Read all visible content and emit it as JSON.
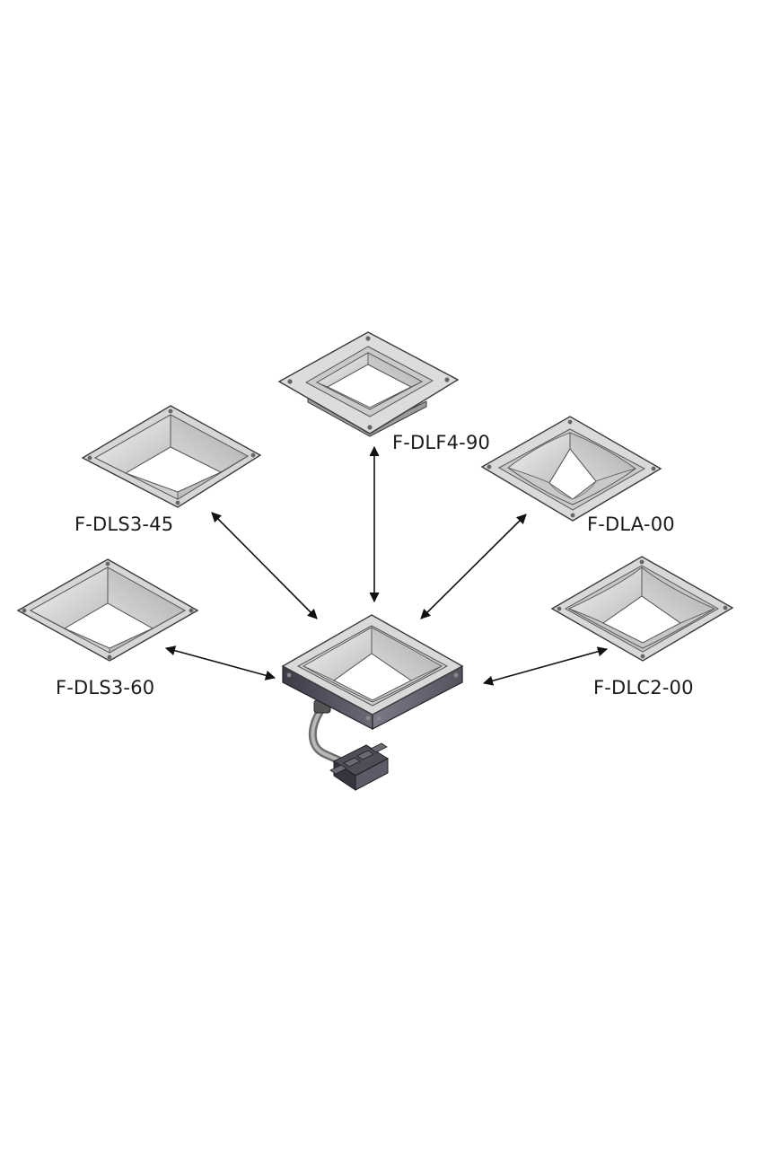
{
  "diagram": {
    "labels": {
      "top": "F-DLF4-90",
      "upper_left": "F-DLS3-45",
      "upper_right": "F-DLA-00",
      "lower_left": "F-DLS3-60",
      "lower_right": "F-DLC2-00"
    },
    "colors": {
      "outline": "#3a3a3a",
      "frame_light": "#e6e6e6",
      "frame_mid": "#cfcfcf",
      "frame_dark": "#9c9c9c",
      "housing_side": "#4a4a56",
      "arrow": "#111111"
    }
  }
}
